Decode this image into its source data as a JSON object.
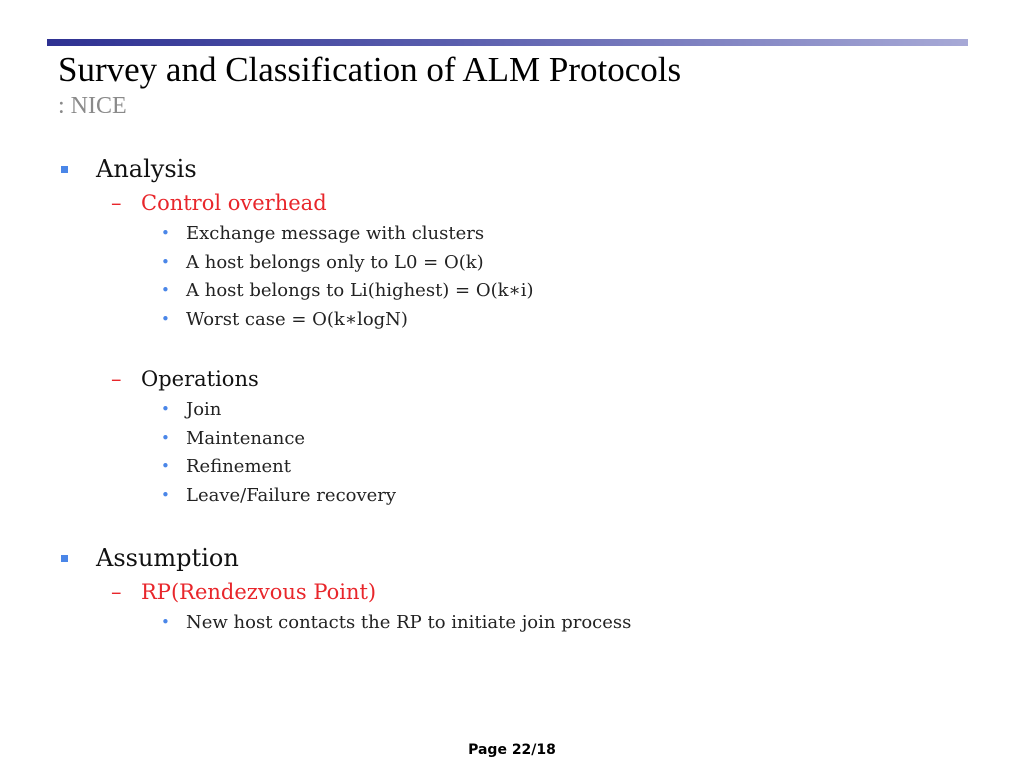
{
  "slide": {
    "title": "Survey and Classification of ALM Protocols",
    "subtitle": ": NICE",
    "footer": "Page 22/18",
    "colors": {
      "accent_bar": "#2e3192",
      "bullet": "#4a86e8",
      "highlight": "#e8262b"
    }
  },
  "sections": [
    {
      "heading": "Analysis",
      "groups": [
        {
          "label": "Control overhead",
          "items": [
            "Exchange message with clusters",
            "A host belongs only to L0 = O(k)",
            "A host belongs to Li(highest) = O(k∗i)",
            "Worst case = O(k∗logN)"
          ]
        },
        {
          "label": "Operations",
          "items": [
            "Join",
            "Maintenance",
            "Refinement",
            "Leave/Failure recovery"
          ]
        }
      ]
    },
    {
      "heading": "Assumption",
      "groups": [
        {
          "label": "RP(Rendezvous Point)",
          "items": [
            "New host contacts the RP to initiate join process"
          ]
        }
      ]
    }
  ]
}
